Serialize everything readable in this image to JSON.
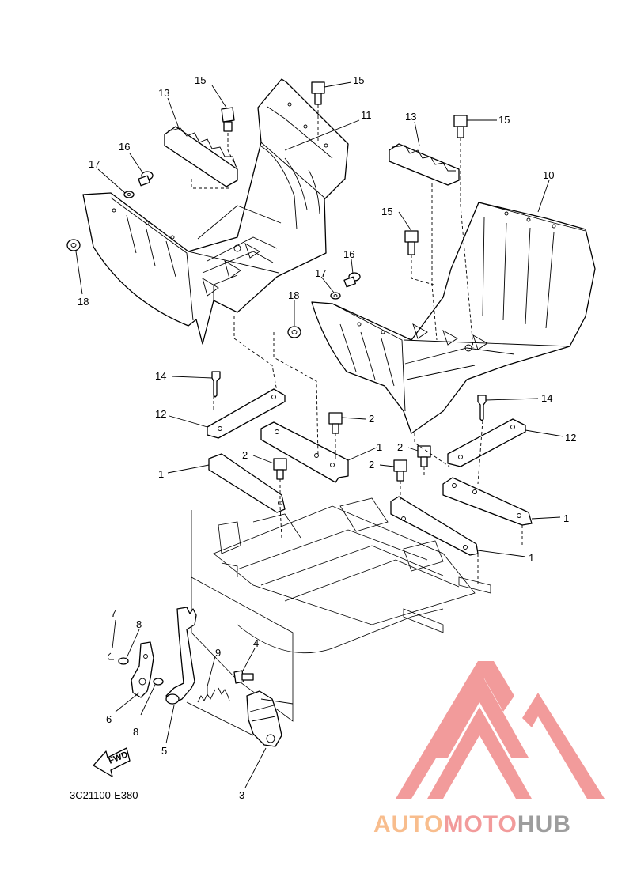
{
  "diagram": {
    "drawing_code": "3C21100-E380",
    "fwd_label": "FWD",
    "callouts": [
      {
        "id": "c15a",
        "text": "15"
      },
      {
        "id": "c15b",
        "text": "15"
      },
      {
        "id": "c15c",
        "text": "15"
      },
      {
        "id": "c15d",
        "text": "15"
      },
      {
        "id": "c13a",
        "text": "13"
      },
      {
        "id": "c13b",
        "text": "13"
      },
      {
        "id": "c11",
        "text": "11"
      },
      {
        "id": "c10",
        "text": "10"
      },
      {
        "id": "c16a",
        "text": "16"
      },
      {
        "id": "c16b",
        "text": "16"
      },
      {
        "id": "c17a",
        "text": "17"
      },
      {
        "id": "c17b",
        "text": "17"
      },
      {
        "id": "c18a",
        "text": "18"
      },
      {
        "id": "c18b",
        "text": "18"
      },
      {
        "id": "c14a",
        "text": "14"
      },
      {
        "id": "c14b",
        "text": "14"
      },
      {
        "id": "c12a",
        "text": "12"
      },
      {
        "id": "c12b",
        "text": "12"
      },
      {
        "id": "c2a",
        "text": "2"
      },
      {
        "id": "c2b",
        "text": "2"
      },
      {
        "id": "c2c",
        "text": "2"
      },
      {
        "id": "c2d",
        "text": "2"
      },
      {
        "id": "c1a",
        "text": "1"
      },
      {
        "id": "c1b",
        "text": "1"
      },
      {
        "id": "c1c",
        "text": "1"
      },
      {
        "id": "c1d",
        "text": "1"
      },
      {
        "id": "c7",
        "text": "7"
      },
      {
        "id": "c8a",
        "text": "8"
      },
      {
        "id": "c8b",
        "text": "8"
      },
      {
        "id": "c9",
        "text": "9"
      },
      {
        "id": "c4",
        "text": "4"
      },
      {
        "id": "c6",
        "text": "6"
      },
      {
        "id": "c5",
        "text": "5"
      },
      {
        "id": "c3",
        "text": "3"
      }
    ]
  },
  "watermark": {
    "word_part1": "AUTO",
    "word_part2": "MOTO",
    "word_part3": "HUB",
    "color_orange": "#f7b27a",
    "color_red": "#f08a8a",
    "color_gray": "#8c8c8c"
  }
}
